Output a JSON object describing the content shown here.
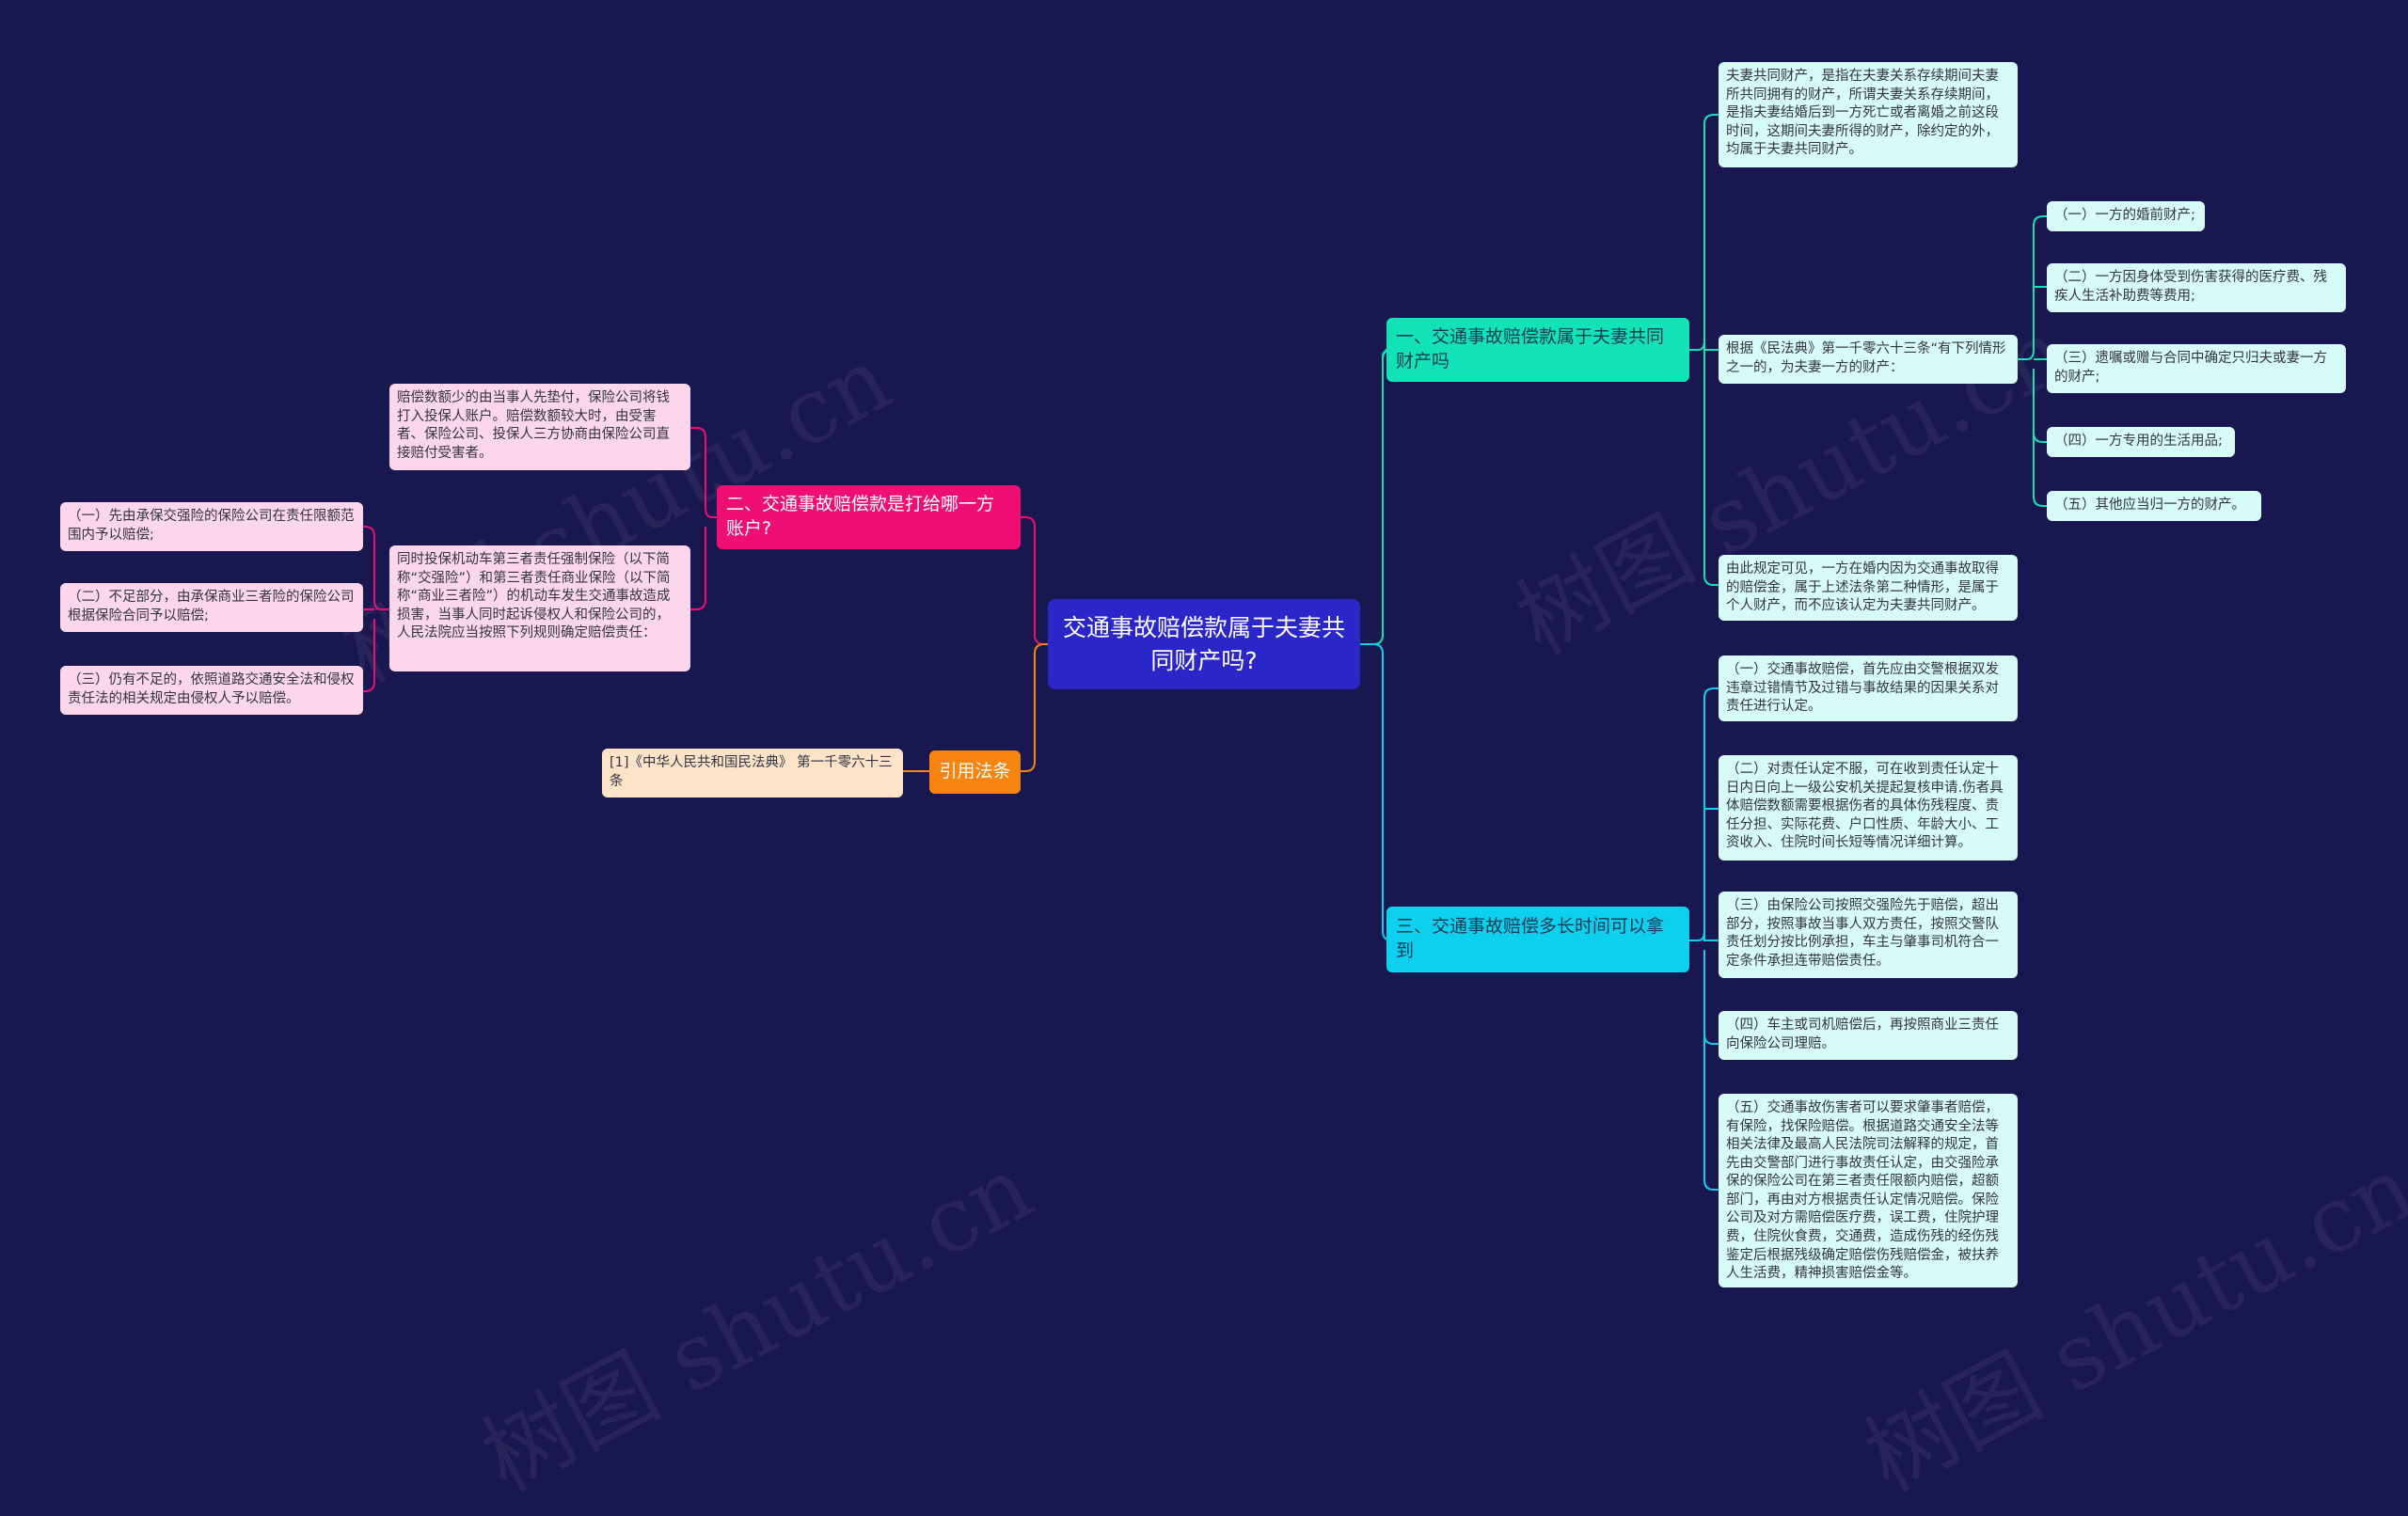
{
  "root": {
    "label": "交通事故赔偿款属于夫妻共同财产吗?"
  },
  "branch1": {
    "label": "一、交通事故赔偿款属于夫妻共同财产吗",
    "leaf_definition": "夫妻共同财产，是指在夫妻关系存续期间夫妻所共同拥有的财产，所谓夫妻关系存续期间，是指夫妻结婚后到一方死亡或者离婚之前这段时间，这期间夫妻所得的财产，除约定的外，均属于夫妻共同财产。",
    "leaf_law": "根据《民法典》第一千零六十三条“有下列情形之一的，为夫妻一方的财产：",
    "law_items": [
      "（一）一方的婚前财产;",
      "（二）一方因身体受到伤害获得的医疗费、残疾人生活补助费等费用;",
      "（三）遗嘱或赠与合同中确定只归夫或妻一方的财产;",
      "（四）一方专用的生活用品;",
      "（五）其他应当归一方的财产。"
    ],
    "leaf_conclusion": "由此规定可见，一方在婚内因为交通事故取得的赔偿金，属于上述法条第二种情形，是属于个人财产，而不应该认定为夫妻共同财产。"
  },
  "branch2": {
    "label": "二、交通事故赔偿款是打给哪一方账户?",
    "leaf_small": "赔偿数额少的由当事人先垫付，保险公司将钱打入投保人账户。赔偿数额较大时，由受害者、保险公司、投保人三方协商由保险公司直接赔付受害者。",
    "leaf_large": "同时投保机动车第三者责任强制保险（以下简称“交强险”）和第三者责任商业保险（以下简称“商业三者险”）的机动车发生交通事故造成损害，当事人同时起诉侵权人和保险公司的，人民法院应当按照下列规则确定赔偿责任：",
    "rules": [
      "（一）先由承保交强险的保险公司在责任限额范围内予以赔偿;",
      "（二）不足部分，由承保商业三者险的保险公司根据保险合同予以赔偿;",
      "（三）仍有不足的，依照道路交通安全法和侵权责任法的相关规定由侵权人予以赔偿。"
    ]
  },
  "branch3": {
    "label": "三、交通事故赔偿多长时间可以拿到",
    "items": [
      "（一）交通事故赔偿，首先应由交警根据双发违章过错情节及过错与事故结果的因果关系对责任进行认定。",
      "（二）对责任认定不服，可在收到责任认定十日内日向上一级公安机关提起复核申请.伤者具体赔偿数额需要根据伤者的具体伤残程度、责任分担、实际花费、户口性质、年龄大小、工资收入、住院时间长短等情况详细计算。",
      "（三）由保险公司按照交强险先于赔偿，超出部分，按照事故当事人双方责任，按照交警队责任划分按比例承担，车主与肇事司机符合一定条件承担连带赔偿责任。",
      "（四）车主或司机赔偿后，再按照商业三责任向保险公司理赔。",
      "（五）交通事故伤害者可以要求肇事者赔偿，有保险，找保险赔偿。根据道路交通安全法等相关法律及最高人民法院司法解释的规定，首先由交警部门进行事故责任认定，由交强险承保的保险公司在第三者责任限额内赔偿，超额部门，再由对方根据责任认定情况赔偿。保险公司及对方需赔偿医疗费，误工费，住院护理费，住院伙食费，交通费，造成伤残的经伤残鉴定后根据残级确定赔偿伤残赔偿金，被扶养人生活费，精神损害赔偿金等。"
    ]
  },
  "branch4": {
    "label": "引用法条",
    "ref": "[1]《中华人民共和国民法典》 第一千零六十三条"
  },
  "watermark": {
    "text": "树图 shutu.cn"
  },
  "colors": {
    "background": "#19174f",
    "root": "#2b26c9",
    "branch_green": "#12e3b6",
    "branch_cyan": "#0dd0ef",
    "branch_pink": "#ef0f74",
    "branch_orange": "#f7840e",
    "leaf_cyan": "#d7fbf7",
    "leaf_pink": "#fcd6ea",
    "leaf_orange": "#fde4c8"
  }
}
